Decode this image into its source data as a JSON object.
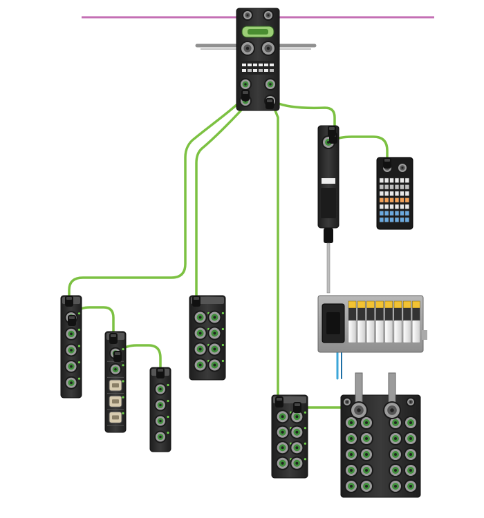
{
  "diagram": {
    "colors": {
      "ethernet": "#c46fb4",
      "cable": "#7cc142",
      "module": "#2e2e2e",
      "port_ring": "#9c9c9c",
      "port_green": "#3f8f3a",
      "beige": "#d8ccb0",
      "valve_yellow": "#f2c233",
      "valve_body": "#eeeeee",
      "block_blue": "#6aa9df",
      "block_orange": "#f4a259",
      "air_hose": "#3ba6d8"
    },
    "icons": [
      "connector-icon",
      "port-icon",
      "led-icon",
      "cable-icon"
    ],
    "nodes": [
      "ethernet-bus",
      "master-module",
      "io-hub-a",
      "io-hub-b",
      "io-hub-c",
      "io-hub-d",
      "io-hub-e",
      "io-hub-f",
      "inline-module",
      "terminal-block",
      "valve-terminal",
      "large-io-module"
    ]
  }
}
